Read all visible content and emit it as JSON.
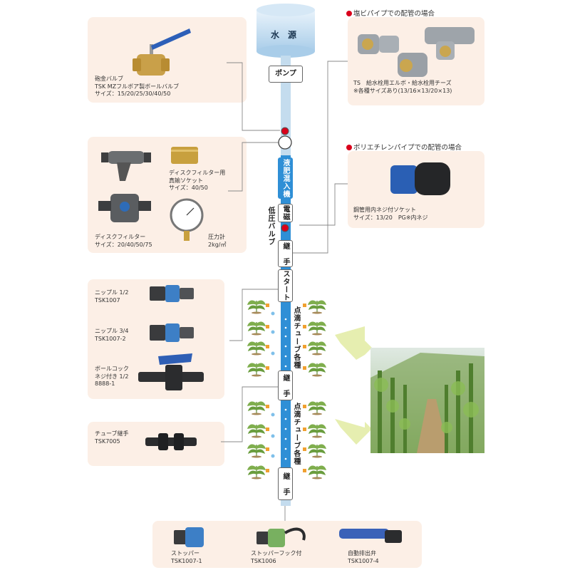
{
  "water_source": "水　源",
  "pump": "ポンプ",
  "fertilizer_injector": "液肥混入機",
  "solenoid": "電磁",
  "low_pressure_valve": "低圧バルブ",
  "joint_label": "継　手",
  "start": "スタート",
  "drip_tube": "点滴チューブ各種",
  "ball_valve": {
    "lines": "砲金バルブ\nTSK MZフルボア製ボールバルブ\nサイズ：15/20/25/30/40/50"
  },
  "filter_panel": {
    "socket": "ディスクフィルター用\n真鍮ソケット\nサイズ：40/50",
    "disk_filter": "ディスクフィルター\nサイズ：20/40/50/75",
    "gauge": "圧力計\n2kg/㎡"
  },
  "pvc_case": {
    "header": "塩ビパイプでの配管の場合",
    "lines": "TS　給水栓用エルボ・給水栓用チーズ\n※各種サイズあり(13/16×13/20×13)"
  },
  "pe_case": {
    "header": "ポリエチレンパイプでの配管の場合",
    "lines": "鋼管用内ネジ付ソケット\nサイズ：13/20　PG※内ネジ"
  },
  "fittings_panel": {
    "nipple_half": "ニップル 1/2\nTSK1007",
    "nipple_3q": "ニップル 3/4\nTSK1007-2",
    "ball_cock": "ボールコック\nネジ付き 1/2\n8888-1"
  },
  "tube_joint_panel": {
    "label": "チューブ継手\nTSK7005"
  },
  "bottom_panel": {
    "stopper": "ストッパー\nTSK1007-1",
    "stopper_hook": "ストッパーフック付\nTSK1006",
    "auto_drain": "自動排出弁\nTSK1007-4"
  },
  "colors": {
    "pipe": "#2f8fd6",
    "pipe_light": "#c4dcee",
    "panel": "#fcefe6",
    "accent_red": "#d9001b",
    "arrow": "#e6eeb0"
  }
}
